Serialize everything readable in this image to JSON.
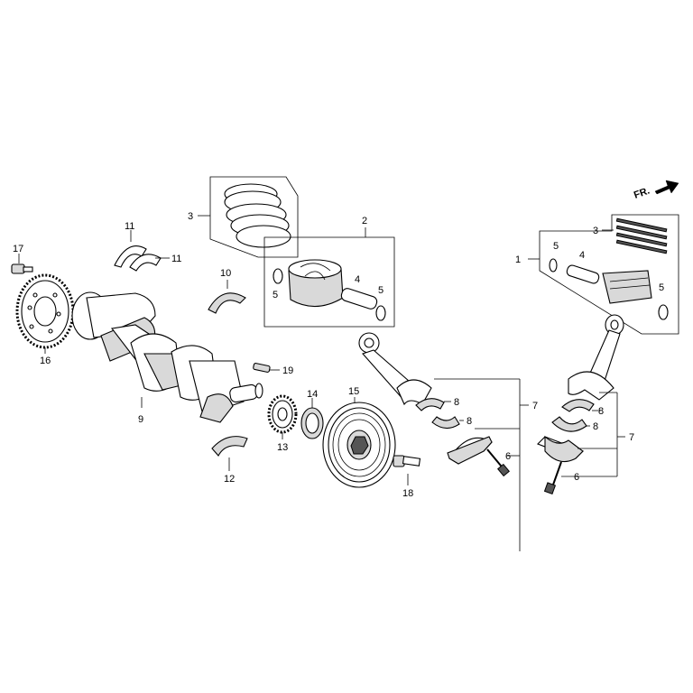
{
  "callouts": {
    "c1": "1",
    "c2": "2",
    "c3a": "3",
    "c3b": "3",
    "c4a": "4",
    "c4b": "4",
    "c5a": "5",
    "c5b": "5",
    "c5c": "5",
    "c5d": "5",
    "c6a": "6",
    "c6b": "6",
    "c7a": "7",
    "c7b": "7",
    "c8a": "8",
    "c8b": "8",
    "c8c": "8",
    "c8d": "8",
    "c9": "9",
    "c10": "10",
    "c11a": "11",
    "c11b": "11",
    "c12": "12",
    "c13": "13",
    "c14": "14",
    "c15": "15",
    "c16": "16",
    "c17": "17",
    "c18": "18",
    "c19": "19"
  },
  "direction_label": "FR."
}
